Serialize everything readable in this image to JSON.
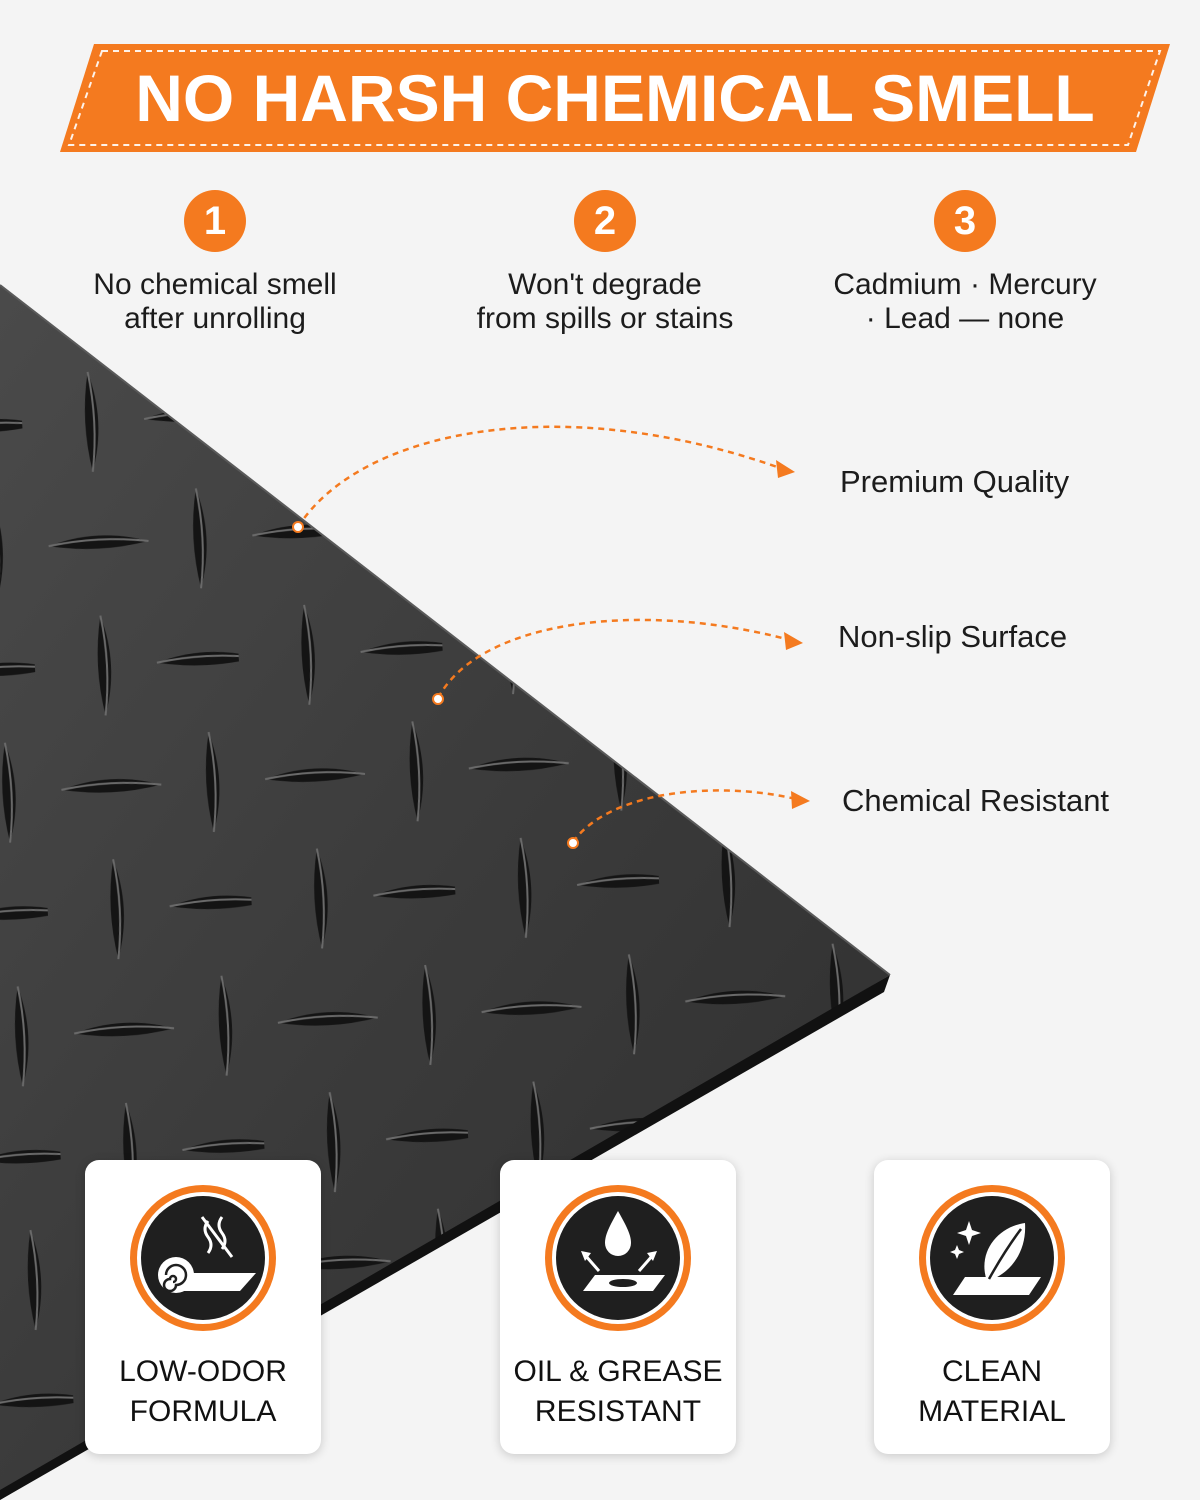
{
  "banner": {
    "title": "NO HARSH CHEMICAL SMELL"
  },
  "steps": [
    {
      "number": "1",
      "text": "No chemical smell\nafter unrolling"
    },
    {
      "number": "2",
      "text": "Won't degrade\nfrom spills or stains"
    },
    {
      "number": "3",
      "text": "Cadmium · Mercury\n· Lead — none"
    }
  ],
  "callouts": [
    {
      "label": "Premium Quality"
    },
    {
      "label": "Non-slip Surface"
    },
    {
      "label": "Chemical Resistant"
    }
  ],
  "features": [
    {
      "label": "LOW-ODOR\nFORMULA",
      "icon": "rolled-mat-no-odor-icon"
    },
    {
      "label": "OIL & GREASE\nRESISTANT",
      "icon": "oil-drop-repel-icon"
    },
    {
      "label": "CLEAN\nMATERIAL",
      "icon": "leaf-sparkle-icon"
    }
  ],
  "colors": {
    "accent": "#f47a1f",
    "background": "#f4f4f4",
    "mat": "#3e3e3e",
    "icon_dark": "#1f1f1f"
  }
}
